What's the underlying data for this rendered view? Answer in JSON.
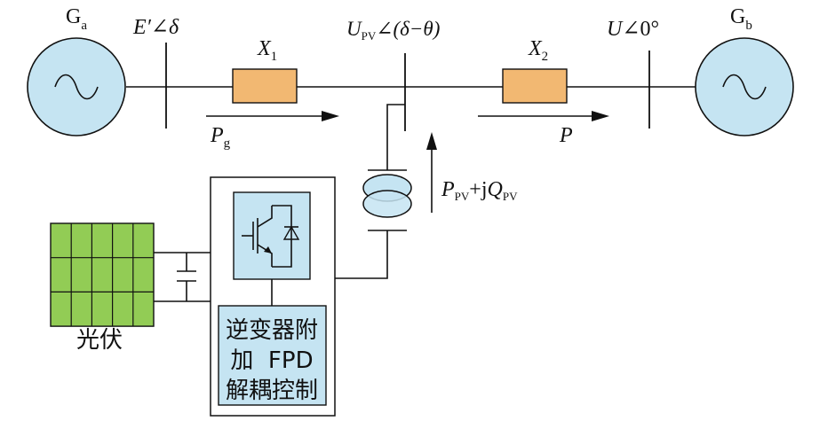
{
  "generators": {
    "left": {
      "letter": "G",
      "sub": "a"
    },
    "right": {
      "letter": "G",
      "sub": "b"
    }
  },
  "buses": {
    "left": {
      "main": "E′∠",
      "angle": "δ"
    },
    "mid": {
      "main": "U",
      "sub": "PV",
      "rest": "∠(δ−θ)"
    },
    "right": {
      "main": "U",
      "angle": "∠0°"
    }
  },
  "impedances": {
    "x1": {
      "main": "X",
      "sub": "1"
    },
    "x2": {
      "main": "X",
      "sub": "2"
    }
  },
  "powers": {
    "pg": {
      "main": "P",
      "sub": "g"
    },
    "p": {
      "main": "P"
    },
    "ppv": {
      "p": "P",
      "psub": "PV",
      "plus": "+j",
      "q": "Q",
      "qsub": "PV"
    }
  },
  "pv_panel_label": "光伏",
  "control_box": {
    "line1": "逆变器附",
    "line2": "加  FPD",
    "line3": "解耦控制"
  },
  "colors": {
    "generator_fill": "#c5e4f2",
    "reactance_fill": "#f2b872",
    "pv_fill": "#92cc55",
    "inverter_fill": "#c5e4f2",
    "transformer_fill": "#c5e4f2"
  }
}
